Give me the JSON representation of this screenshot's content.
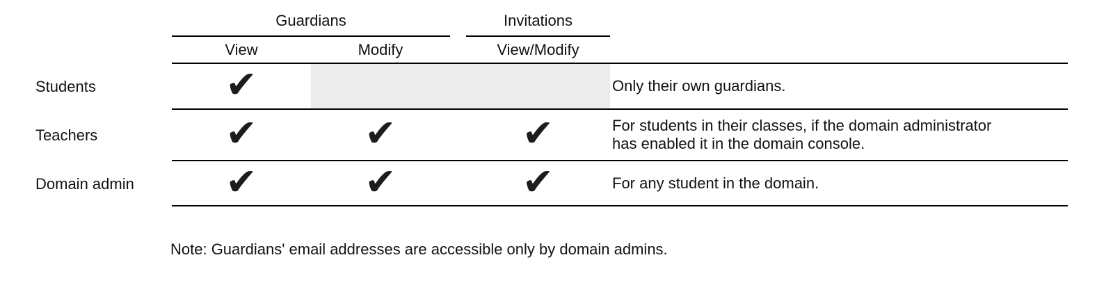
{
  "table": {
    "check_glyph": "✔",
    "column_groups": [
      {
        "label": "Guardians"
      },
      {
        "label": "Invitations"
      }
    ],
    "columns": [
      {
        "label": "View"
      },
      {
        "label": "Modify"
      },
      {
        "label": "View/Modify"
      }
    ],
    "rows": [
      {
        "label": "Students",
        "cells": {
          "view": "check",
          "modify": "na",
          "view_modify": "na"
        },
        "gap": "na",
        "note": "Only their own guardians."
      },
      {
        "label": "Teachers",
        "cells": {
          "view": "check",
          "modify": "check",
          "view_modify": "check"
        },
        "gap": "",
        "note": "For students in their classes, if the domain administrator\nhas enabled it in the domain console."
      },
      {
        "label": "Domain admin",
        "cells": {
          "view": "check",
          "modify": "check",
          "view_modify": "check"
        },
        "gap": "",
        "note": "For any student in the domain."
      }
    ]
  },
  "footnote": "Note: Guardians' email addresses are accessible only by domain admins.",
  "colors": {
    "disabled_cell": "#ececec",
    "text": "#111111",
    "line": "#000000"
  }
}
